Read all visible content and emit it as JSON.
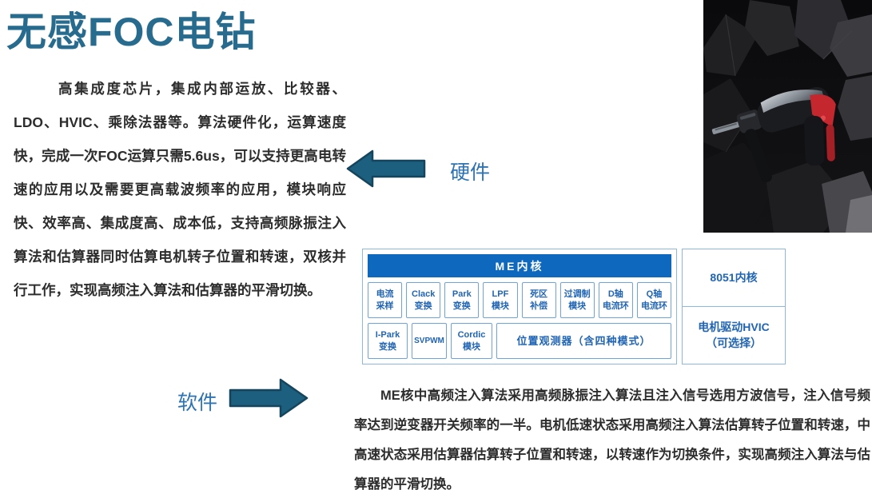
{
  "page": {
    "title": "无感FOC电钻"
  },
  "left_paragraph": {
    "text": "高集成度芯片，集成内部运放、比较器、LDO、HVIC、乘除法器等。算法硬件化，运算速度快，完成一次FOC运算只需5.6us，可以支持更高电转速的应用以及需要更高载波频率的应用，模块响应快、效率高、集成度高、成本低，支持高频脉振注入算法和估算器同时估算电机转子位置和转速，双核并行工作，实现高频注入算法和估算器的平滑切换。"
  },
  "labels": {
    "hardware": "硬件",
    "software": "软件"
  },
  "diagram": {
    "me_core_title": "ME内核",
    "row1": [
      "电流\n采样",
      "Clack\n变换",
      "Park\n变换",
      "LPF\n模块",
      "死区\n补偿",
      "过调制\n模块",
      "D轴\n电流环",
      "Q轴\n电流环"
    ],
    "row2": [
      "I-Park\n变换",
      "SVPWM",
      "Cordic\n模块"
    ],
    "row2_wide": "位置观测器（含四种模式）",
    "right_top": "8051内核",
    "right_bottom": "电机驱动HVIC\n（可选择）"
  },
  "bottom_paragraph": {
    "text": "ME核中高频注入算法采用高频脉振注入算法且注入信号选用方波信号，注入信号频率达到逆变器开关频率的一半。电机低速状态采用高频注入算法估算转子位置和转速，中高速状态采用估算器估算转子位置和转速，以转速作为切换条件，实现高频注入算法与估算器的平滑切换。"
  },
  "colors": {
    "title": "#276b8e",
    "label_blue": "#2e74b5",
    "arrow_fill": "#1d5f7e",
    "diagram_blue": "#2065b5",
    "me_bar_bg": "#0e68be",
    "drill_accent_red": "#c4272e"
  }
}
